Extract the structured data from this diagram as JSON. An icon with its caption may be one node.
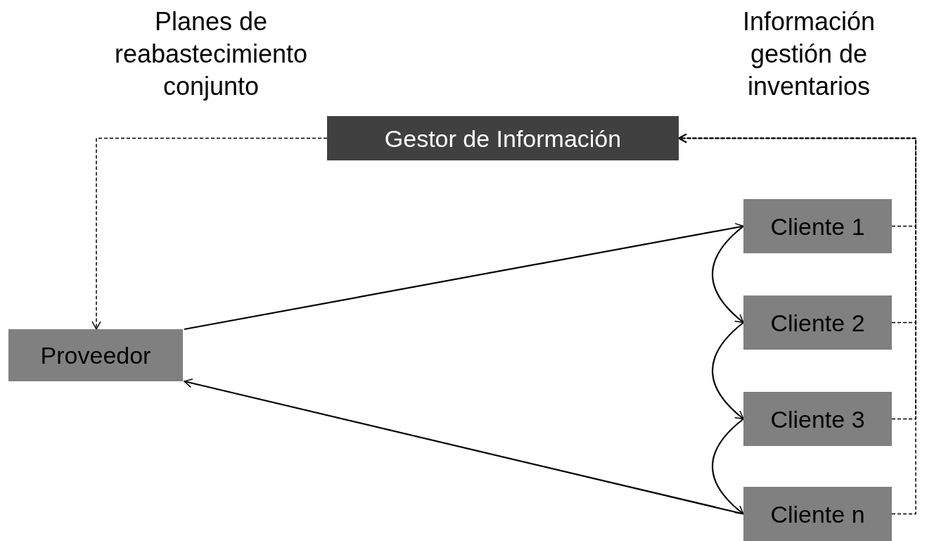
{
  "diagram": {
    "nodes": [
      {
        "text": [
          "Gestor de Información"
        ]
      },
      {
        "text": [
          "Proveedor"
        ]
      },
      {
        "text": [
          "Cliente 1"
        ]
      },
      {
        "text": [
          "Cliente 2"
        ]
      },
      {
        "text": [
          "Cliente 3"
        ]
      },
      {
        "text": [
          "Cliente n"
        ]
      }
    ],
    "edges": [
      {
        "from": 0,
        "to": 1,
        "arrow": "to",
        "style": "dashed"
      },
      {
        "from": 1,
        "to": 2,
        "arrow": "to"
      },
      {
        "from": 5,
        "to": 1,
        "arrow": "to"
      },
      {
        "from": 2,
        "to": 3,
        "arrow": "to"
      },
      {
        "from": 3,
        "to": 4,
        "arrow": "to"
      },
      {
        "from": 4,
        "to": 5,
        "arrow": "to"
      },
      {
        "from": 2,
        "to": 0,
        "arrow": "to",
        "style": "dashed"
      },
      {
        "from": 3,
        "to": 0,
        "arrow": "to",
        "style": "dashed"
      },
      {
        "from": 4,
        "to": 0,
        "arrow": "to",
        "style": "dashed"
      },
      {
        "from": 5,
        "to": 0,
        "arrow": "to",
        "style": "dashed"
      }
    ],
    "labels": [
      "Planes de reabastecimiento conjunto",
      "Información gestión de inventarios"
    ]
  }
}
